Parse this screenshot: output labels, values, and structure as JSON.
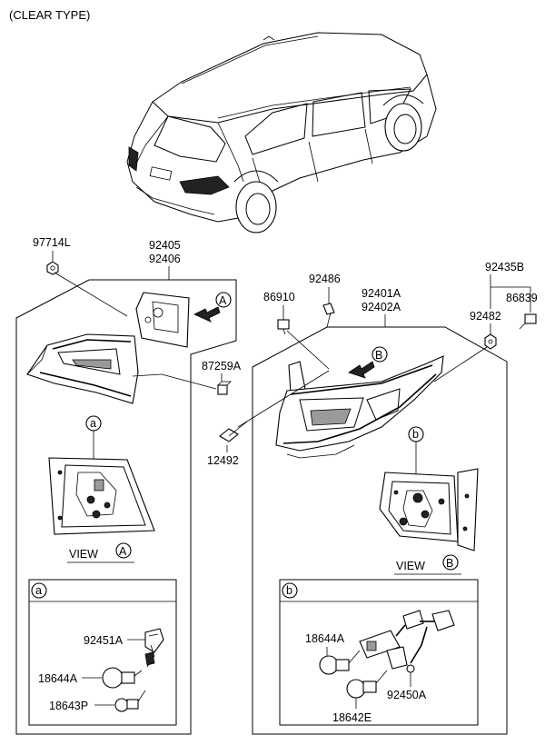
{
  "header": "(CLEAR TYPE)",
  "parts": {
    "p97714L": "97714L",
    "p92405": "92405",
    "p92406": "92406",
    "p92486": "92486",
    "p92435B": "92435B",
    "p86910": "86910",
    "p92401A": "92401A",
    "p92402A": "92402A",
    "p86839": "86839",
    "p92482": "92482",
    "p87259A": "87259A",
    "p12492": "12492",
    "p92451A": "92451A",
    "p18644A_a": "18644A",
    "p18643P": "18643P",
    "p18644A_b": "18644A",
    "p92450A": "92450A",
    "p18642E": "18642E"
  },
  "markers": {
    "view_a_letter": "A",
    "view_b_letter": "B",
    "detail_a_letter": "a",
    "detail_b_letter": "b"
  },
  "views": {
    "view_word": "VIEW"
  }
}
